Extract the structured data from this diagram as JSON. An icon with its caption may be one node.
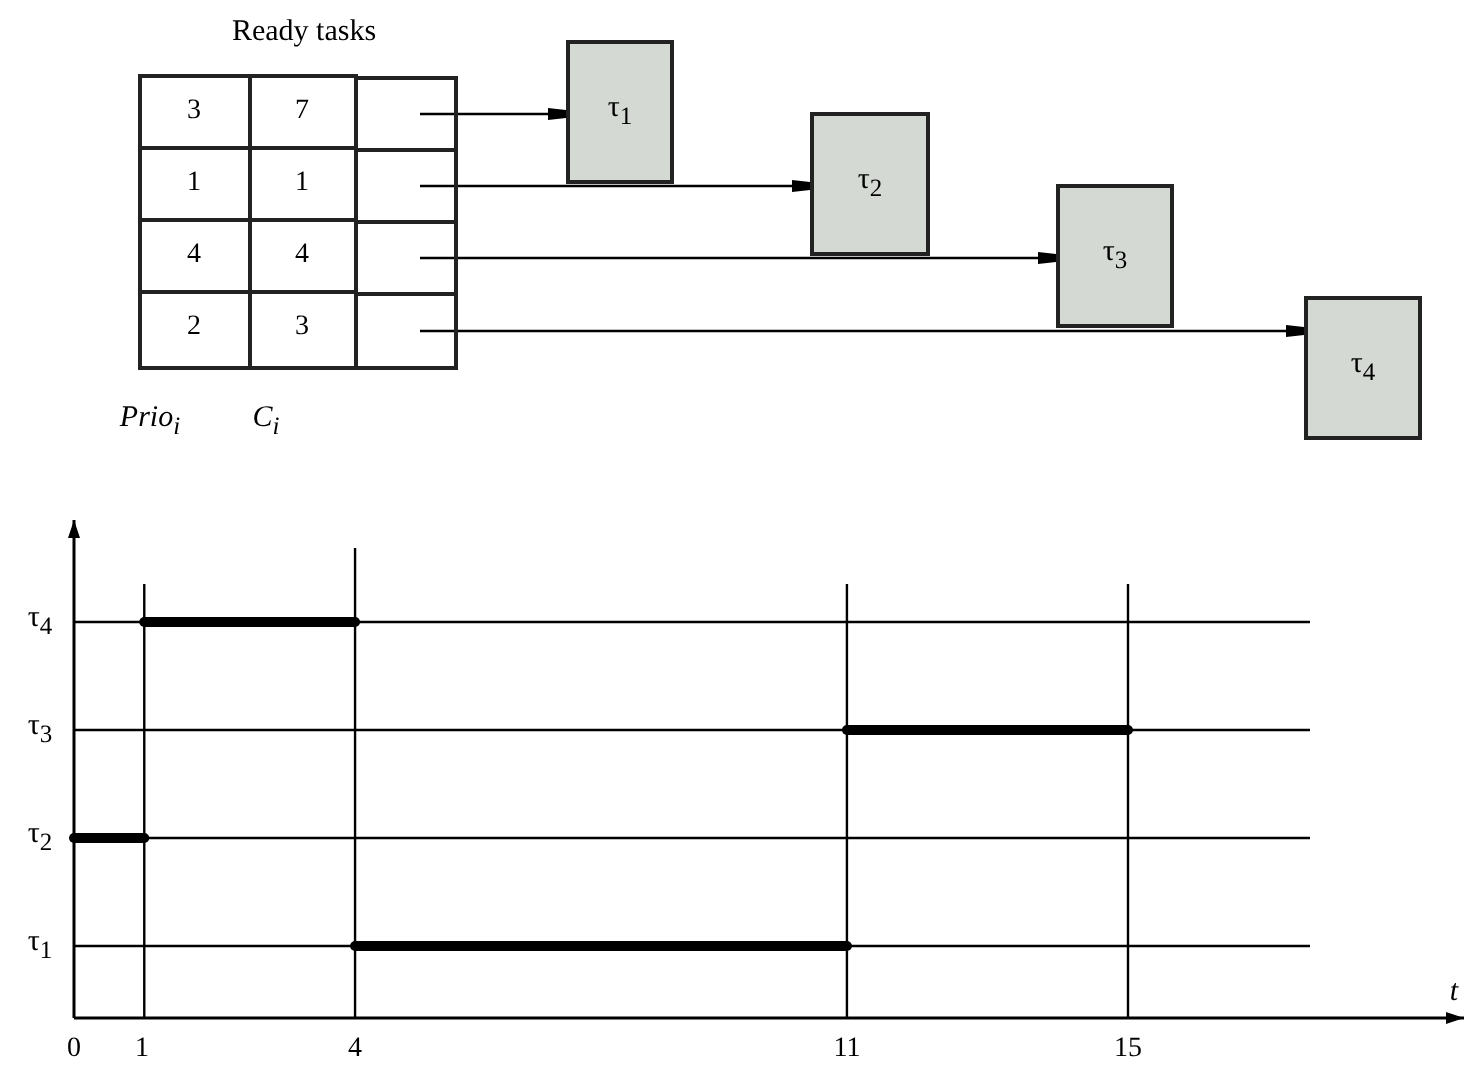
{
  "diagram": {
    "nodes": [
      {
        "text": [],
        "shape": "box"
      },
      {
        "text": [],
        "shape": "box"
      },
      {
        "text": [],
        "shape": "box"
      },
      {
        "text": [],
        "shape": "box"
      },
      {
        "text": [
          "τ$_{1}$"
        ]
      },
      {
        "text": [
          "τ$_{2}$"
        ]
      },
      {
        "text": [
          "τ$_{3}$"
        ]
      },
      {
        "text": [
          "τ$_{4}$"
        ]
      }
    ],
    "edges": [
      {
        "from": 0,
        "to": 4,
        "arrow": "to"
      },
      {
        "from": 1,
        "to": 5,
        "arrow": "to"
      },
      {
        "from": 2,
        "to": 6,
        "arrow": "to"
      },
      {
        "from": 3,
        "to": 7,
        "arrow": "to"
      }
    ],
    "labels": [
      "Ready tasks",
      "3",
      "7",
      "1",
      "1",
      "4",
      "4",
      "2",
      "3",
      "Prio$_{i}$",
      "C$_{i}$",
      "τ$_{4}$",
      "τ$_{3}$",
      "τ$_{2}$",
      "τ$_{1}$",
      "t",
      "0",
      "1",
      "4",
      "11",
      "15"
    ]
  }
}
